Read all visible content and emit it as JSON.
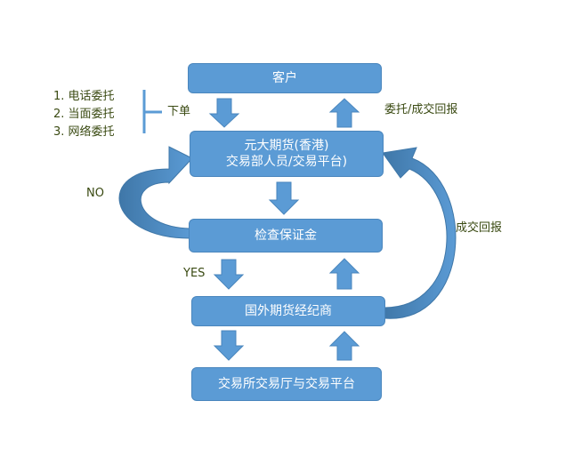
{
  "boxes": {
    "customer": "客户",
    "broker_line1": "元大期货(香港)",
    "broker_line2": "交易部人员/交易平台)",
    "margin_check": "检查保证金",
    "foreign_broker": "国外期货经纪商",
    "exchange": "交易所交易厅与交易平台"
  },
  "labels": {
    "methods": [
      "1. 电话委托",
      "2. 当面委托",
      "3. 网络委托"
    ],
    "order": "下单",
    "order_report": "委托/成交回报",
    "no": "NO",
    "yes": "YES",
    "fill_report": "成交回报"
  },
  "colors": {
    "box_fill": "#5b9bd5",
    "box_border": "#4a86bd",
    "text": "#ffffff",
    "label_text": "#3a4a12"
  }
}
